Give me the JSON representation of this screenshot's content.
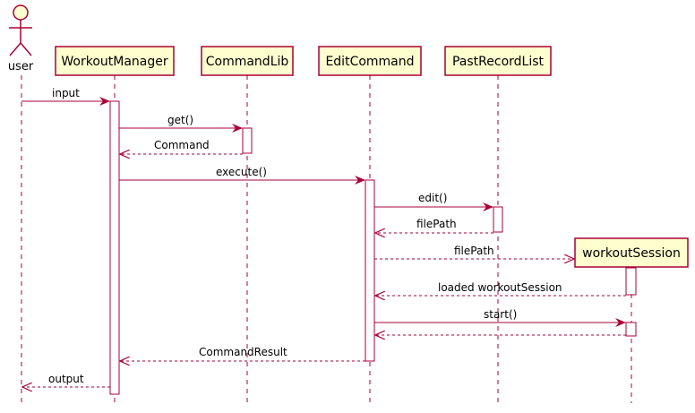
{
  "colors": {
    "line": "#A80036",
    "box_fill": "#FEFECE",
    "activation_fill": "#FFFFFF",
    "text": "#000000"
  },
  "actor": {
    "name": "user",
    "icon": "stick-figure-icon"
  },
  "participants": [
    {
      "id": "workout-manager",
      "name": "WorkoutManager"
    },
    {
      "id": "command-lib",
      "name": "CommandLib"
    },
    {
      "id": "edit-command",
      "name": "EditCommand"
    },
    {
      "id": "past-record-list",
      "name": "PastRecordList"
    },
    {
      "id": "workout-session",
      "name": "workoutSession"
    }
  ],
  "messages": [
    {
      "label": "input",
      "from": "user",
      "to": "workout-manager",
      "style": "solid"
    },
    {
      "label": "get()",
      "from": "workout-manager",
      "to": "command-lib",
      "style": "solid"
    },
    {
      "label": "Command",
      "from": "command-lib",
      "to": "workout-manager",
      "style": "dashed"
    },
    {
      "label": "execute()",
      "from": "workout-manager",
      "to": "edit-command",
      "style": "solid"
    },
    {
      "label": "edit()",
      "from": "edit-command",
      "to": "past-record-list",
      "style": "solid"
    },
    {
      "label": "filePath",
      "from": "past-record-list",
      "to": "edit-command",
      "style": "dashed"
    },
    {
      "label": "filePath",
      "from": "edit-command",
      "to": "workout-session",
      "style": "dashed",
      "creates": true
    },
    {
      "label": "loaded workoutSession",
      "from": "workout-session",
      "to": "edit-command",
      "style": "dashed"
    },
    {
      "label": "start()",
      "from": "edit-command",
      "to": "workout-session",
      "style": "solid"
    },
    {
      "label": "",
      "from": "workout-session",
      "to": "edit-command",
      "style": "dashed"
    },
    {
      "label": "CommandResult",
      "from": "edit-command",
      "to": "workout-manager",
      "style": "dashed"
    },
    {
      "label": "output",
      "from": "workout-manager",
      "to": "user",
      "style": "dashed"
    }
  ]
}
